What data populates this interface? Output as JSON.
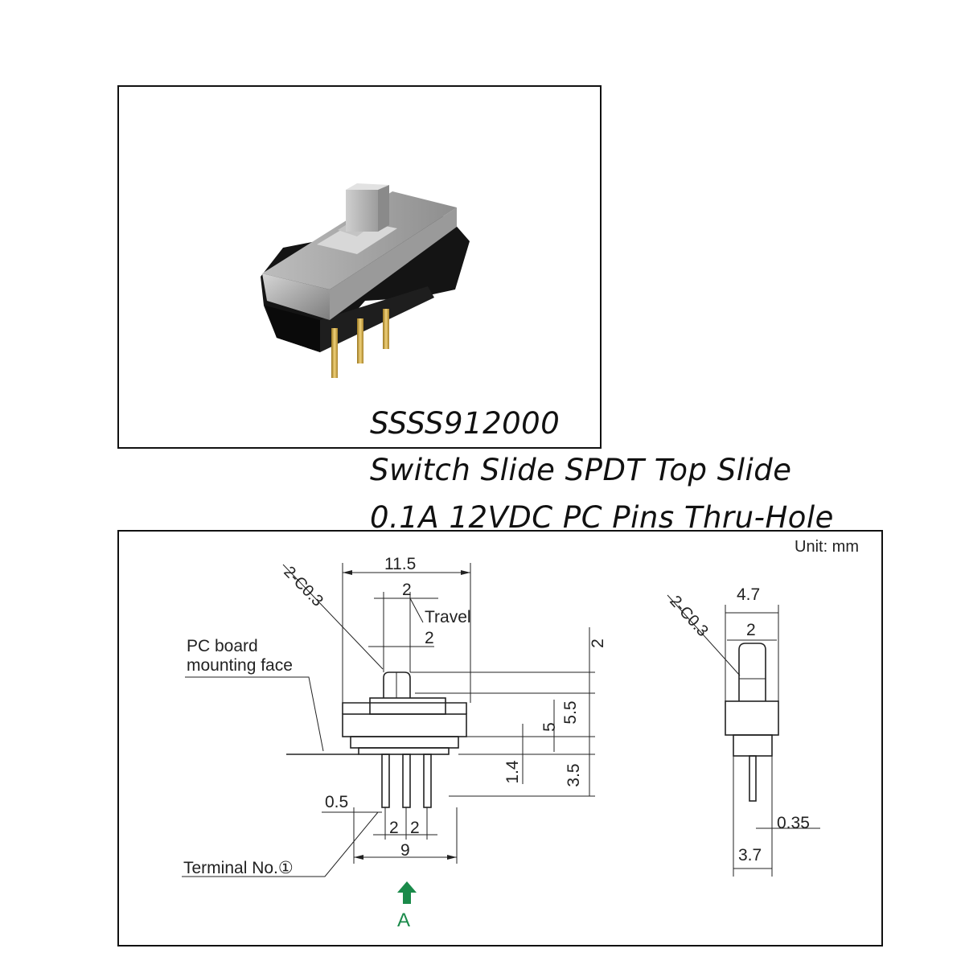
{
  "product": {
    "part_number": "SSSS912000",
    "description_line1": "Switch Slide SPDT Top Slide",
    "description_line2": "0.1A 12VDC PC Pins Thru-Hole"
  },
  "drawing": {
    "unit_label": "Unit: mm",
    "labels": {
      "pc_board_line1": "PC board",
      "pc_board_line2": "mounting  face",
      "travel": "Travel",
      "terminal_no": "Terminal  No.①",
      "view_arrow": "A",
      "chamfer_front": "2-C0.3",
      "chamfer_side": "2-C0.3"
    },
    "dimensions": {
      "total_width": "11.5",
      "knob_width": "2",
      "knob_travel": "2",
      "knob_height": "2",
      "body_height": "5",
      "overall_height": "5.5",
      "standoff": "1.4",
      "pin_length": "3.5",
      "pin_width": "0.5",
      "pitch_1": "2",
      "pitch_2": "2",
      "pin_span": "9",
      "side_width": "4.7",
      "side_knob_width": "2",
      "pin_thickness": "0.35",
      "side_base_width": "3.7"
    },
    "colors": {
      "arrow": "#1a8a4a",
      "line": "#222222"
    }
  }
}
